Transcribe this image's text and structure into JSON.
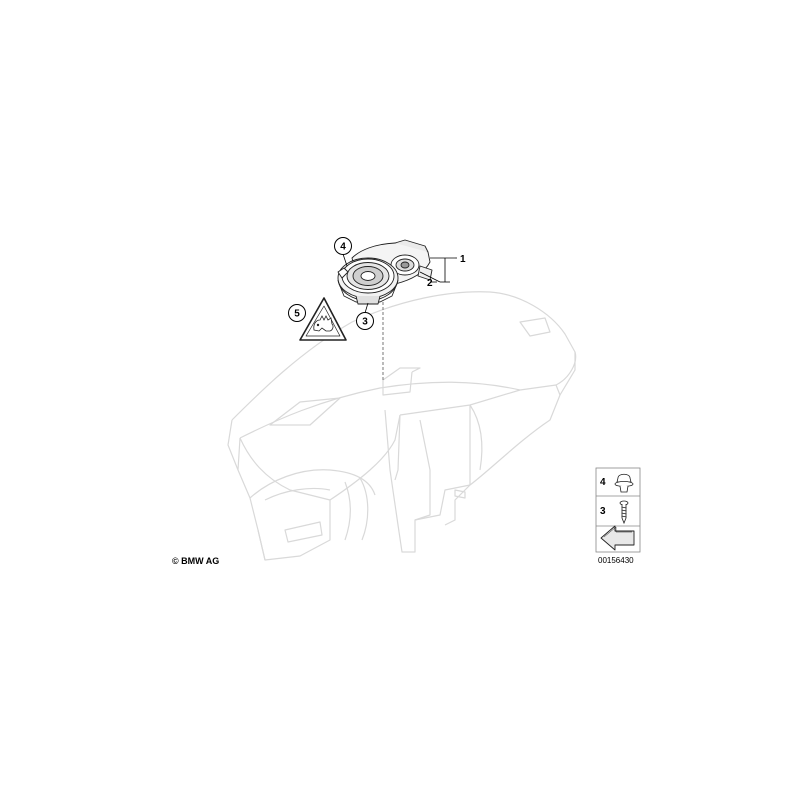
{
  "callouts": {
    "c1": "1",
    "c2": "2",
    "c3": "3",
    "c4": "4",
    "c5": "5"
  },
  "legend": {
    "item_top": "4",
    "item_bottom": "3"
  },
  "copyright": "© BMW AG",
  "diagram_id": "00156430"
}
